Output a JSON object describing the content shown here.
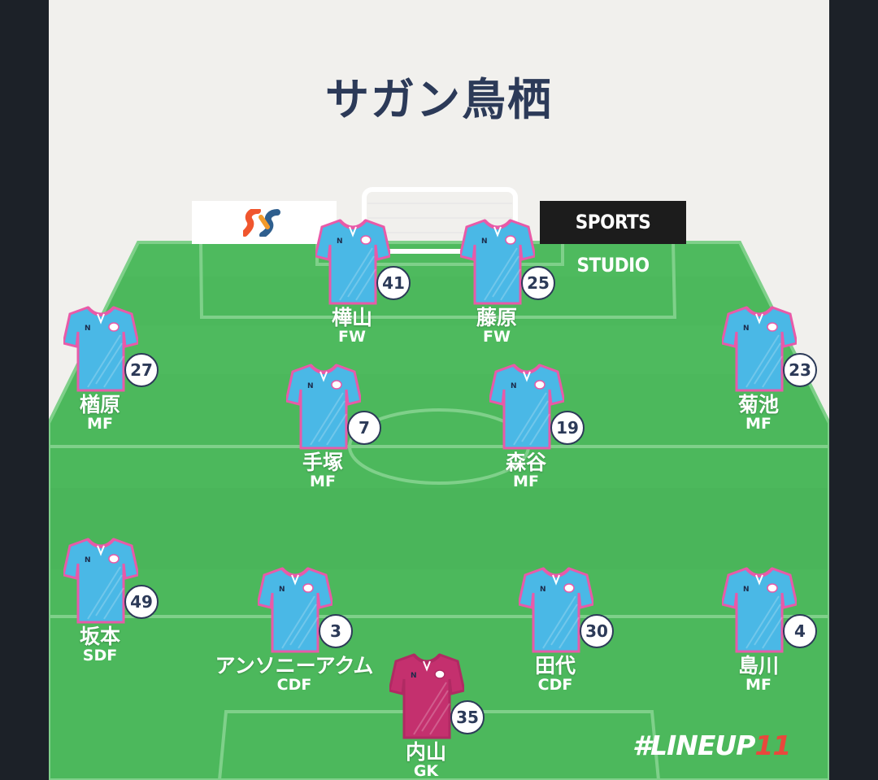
{
  "title": "サガン鳥栖",
  "sponsors": {
    "left_logo": "ss-logo-icon",
    "right_text": "SPORTS STUDIO"
  },
  "hashtag": {
    "main": "#LINEUP",
    "accent": "11"
  },
  "colors": {
    "pitch": "#4cb85c",
    "pitch_line": "#7fd08a",
    "shirt_field": "#4ab8e6",
    "shirt_trim": "#e85aa8",
    "shirt_keeper": "#c4306e",
    "number_text": "#2c3a58"
  },
  "players": [
    {
      "name": "樺山",
      "number": "41",
      "position": "FW",
      "keeper": false
    },
    {
      "name": "藤原",
      "number": "25",
      "position": "FW",
      "keeper": false
    },
    {
      "name": "楢原",
      "number": "27",
      "position": "MF",
      "keeper": false
    },
    {
      "name": "菊池",
      "number": "23",
      "position": "MF",
      "keeper": false
    },
    {
      "name": "手塚",
      "number": "7",
      "position": "MF",
      "keeper": false
    },
    {
      "name": "森谷",
      "number": "19",
      "position": "MF",
      "keeper": false
    },
    {
      "name": "坂本",
      "number": "49",
      "position": "SDF",
      "keeper": false
    },
    {
      "name": "アンソニーアクム",
      "number": "3",
      "position": "CDF",
      "keeper": false
    },
    {
      "name": "田代",
      "number": "30",
      "position": "CDF",
      "keeper": false
    },
    {
      "name": "島川",
      "number": "4",
      "position": "MF",
      "keeper": false
    },
    {
      "name": "内山",
      "number": "35",
      "position": "GK",
      "keeper": true
    }
  ]
}
